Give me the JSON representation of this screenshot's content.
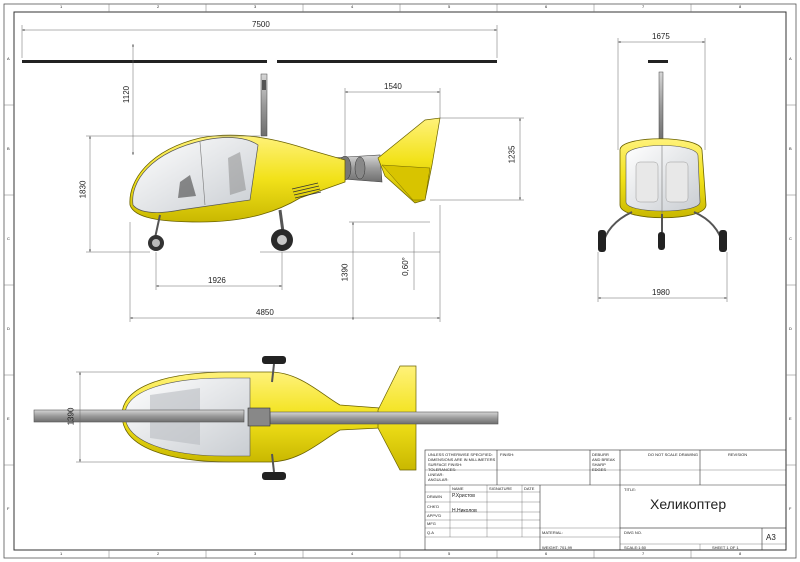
{
  "frame": {
    "top_numbers": [
      "1",
      "2",
      "3",
      "4",
      "5",
      "6",
      "7",
      "8"
    ],
    "side_letters": [
      "A",
      "B",
      "C",
      "D",
      "E",
      "F"
    ]
  },
  "dimensions": {
    "rotor_span": "7500",
    "mast_height": "1120",
    "tail_length": "1540",
    "total_height": "1830",
    "tail_height": "1235",
    "wheelbase": "1926",
    "ground_clearance": "1390",
    "angle": "0,60°",
    "total_length": "4850",
    "front_width": "1675",
    "track_width": "1980",
    "top_width": "1390"
  },
  "title_block": {
    "notes": [
      "UNLESS OTHERWISE SPECIFIED:",
      "DIMENSIONS ARE IN MILLIMETERS",
      "SURFACE FINISH:",
      "TOLERANCES:",
      "LINEAR:",
      "ANGULAR:"
    ],
    "finish_label": "FINISH:",
    "deburr_label": "DEBURR AND BREAK SHARP EDGES",
    "no_scale": "DO NOT SCALE DRAWING",
    "revision_label": "REVISION",
    "col_name": "NAME",
    "col_signature": "SIGNATURE",
    "col_date": "DATE",
    "row_drawn": "DRAWN",
    "row_chkd": "CHK'D",
    "row_appvd": "APPV'D",
    "row_mfg": "MFG",
    "row_qa": "Q.A",
    "drawn_name": "Р.Христов",
    "chkd_name": "Н.Николов",
    "title_label": "TITLE:",
    "title": "Хеликоптер",
    "material_label": "MATERIAL:",
    "dwg_no_label": "DWG NO.",
    "size": "A3",
    "weight_label": "WEIGHT: 701,99",
    "scale_label": "SCALE:1:50",
    "sheet_label": "SHEET 1 OF 1"
  }
}
